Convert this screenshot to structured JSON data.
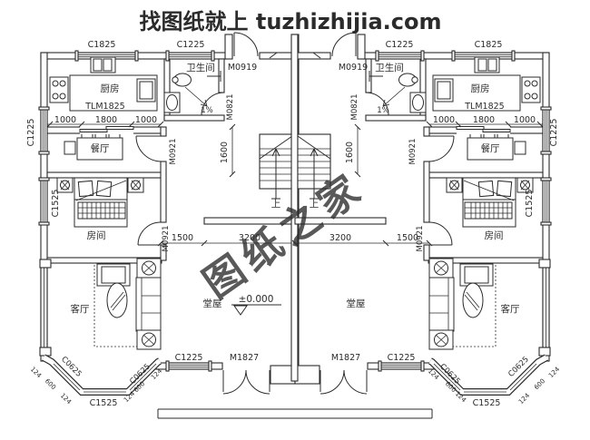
{
  "watermark": {
    "site_text": "找图纸就上 tuzhizhijia.com",
    "stamp_text": "图纸之家"
  },
  "colors": {
    "watermark_red": "#e60000",
    "stamp_red": "#ee6f5e",
    "line": "#2b2b2b",
    "background": "#ffffff"
  },
  "rooms": {
    "kitchen": "厨房",
    "bathroom": "卫生间",
    "dining": "餐厅",
    "bedroom": "房间",
    "living": "客厅",
    "hall": "堂屋"
  },
  "openings": {
    "c1825": "C1825",
    "c1225": "C1225",
    "c1525": "C1525",
    "c0625": "C0625",
    "tlm1825": "TLM1825",
    "m0919": "M0919",
    "m0821": "M0821",
    "m0921": "M0921",
    "m1827": "M1827"
  },
  "dimensions": {
    "d1000": "1000",
    "d1800": "1800",
    "d1600": "1600",
    "d1500": "1500",
    "d3200": "3200",
    "d124": "124",
    "d600": "600"
  },
  "annotations": {
    "elevation": "±0.000",
    "slope": "1%",
    "stair_up": "上"
  }
}
